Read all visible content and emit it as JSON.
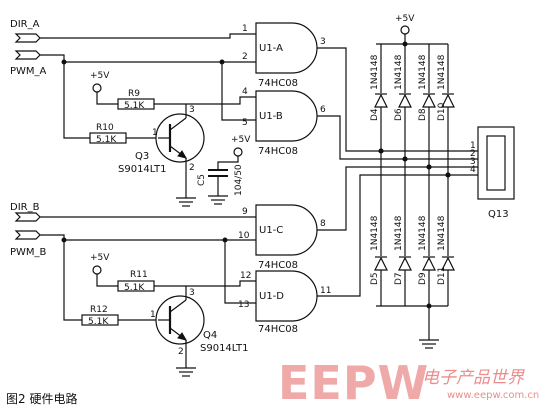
{
  "signals": {
    "dir_a": "DIR_A",
    "pwm_a": "PWM_A",
    "dir_b": "DIR_B",
    "pwm_b": "PWM_B",
    "vcc": "+5V"
  },
  "gates": [
    {
      "name": "U1-A",
      "type": "74HC08",
      "in1": "1",
      "in2": "2",
      "out": "3"
    },
    {
      "name": "U1-B",
      "type": "74HC08",
      "in1": "4",
      "in2": "5",
      "out": "6"
    },
    {
      "name": "U1-C",
      "type": "74HC08",
      "in1": "9",
      "in2": "10",
      "out": "8"
    },
    {
      "name": "U1-D",
      "type": "74HC08",
      "in1": "12",
      "in2": "13",
      "out": "11"
    }
  ],
  "resistors": [
    {
      "ref": "R9",
      "value": "5.1K"
    },
    {
      "ref": "R10",
      "value": "5.1K"
    },
    {
      "ref": "R11",
      "value": "5.1K"
    },
    {
      "ref": "R12",
      "value": "5.1K"
    }
  ],
  "transistors": [
    {
      "ref": "Q3",
      "part": "S9014LT1",
      "pins": [
        "1",
        "2",
        "3"
      ]
    },
    {
      "ref": "Q4",
      "part": "S9014LT1",
      "pins": [
        "1",
        "2",
        "3"
      ]
    }
  ],
  "capacitor": {
    "ref": "C5",
    "value": "104/50"
  },
  "diode_part": "1N4148",
  "diodes_top": [
    "D4",
    "D6",
    "D8",
    "D10"
  ],
  "diodes_bottom": [
    "D5",
    "D7",
    "D9",
    "D11"
  ],
  "connector": {
    "ref": "Q13",
    "pins": [
      "1",
      "2",
      "3",
      "4"
    ]
  },
  "caption": "图2  硬件电路",
  "watermark": {
    "logo": "EEPW",
    "cn": "电子产品世界",
    "url": "www.eepw.com.cn"
  }
}
